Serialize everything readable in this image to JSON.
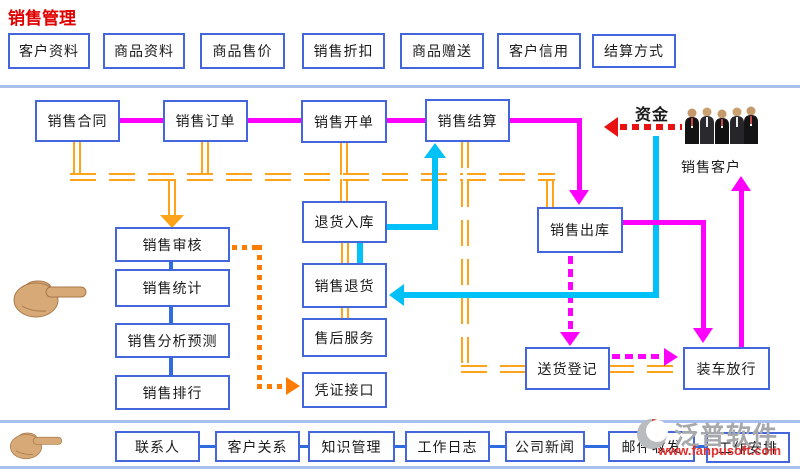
{
  "title": "销售管理",
  "top_menu": {
    "items": [
      "客户资料",
      "商品资料",
      "商品售价",
      "销售折扣",
      "商品赠送",
      "客户信用",
      "结算方式"
    ]
  },
  "flow": {
    "contract": "销售合同",
    "order": "销售订单",
    "billing": "销售开单",
    "settlement": "销售结算",
    "audit": "销售审核",
    "stats": "销售统计",
    "forecast": "销售分析预测",
    "ranking": "销售排行",
    "return_in": "退货入库",
    "sales_return": "销售退货",
    "after_sales": "售后服务",
    "voucher": "凭证接口",
    "outbound": "销售出库",
    "delivery": "送货登记",
    "loading": "装车放行",
    "funds_label": "资金",
    "customer_label": "销售客户"
  },
  "bottom_menu": {
    "items": [
      "联系人",
      "客户关系",
      "知识管理",
      "工作日志",
      "公司新闻",
      "邮件收发",
      "工作安排"
    ]
  },
  "watermark": {
    "brand": "泛普软件",
    "url": "www.fanpusoft.com"
  },
  "icons": [
    "hand-pointer-icon",
    "businessmen-icon",
    "fanpu-logo-icon"
  ],
  "colors": {
    "magenta_flow": "#FF00FF",
    "cyan_flow": "#00C0F8",
    "orange_flow": "#FFA31A",
    "orange_dotted": "#FF7C00",
    "red_funds": "#E81212",
    "box_border": "#4466DD",
    "separator": "#A9C0EE",
    "title_red": "#E00000"
  }
}
